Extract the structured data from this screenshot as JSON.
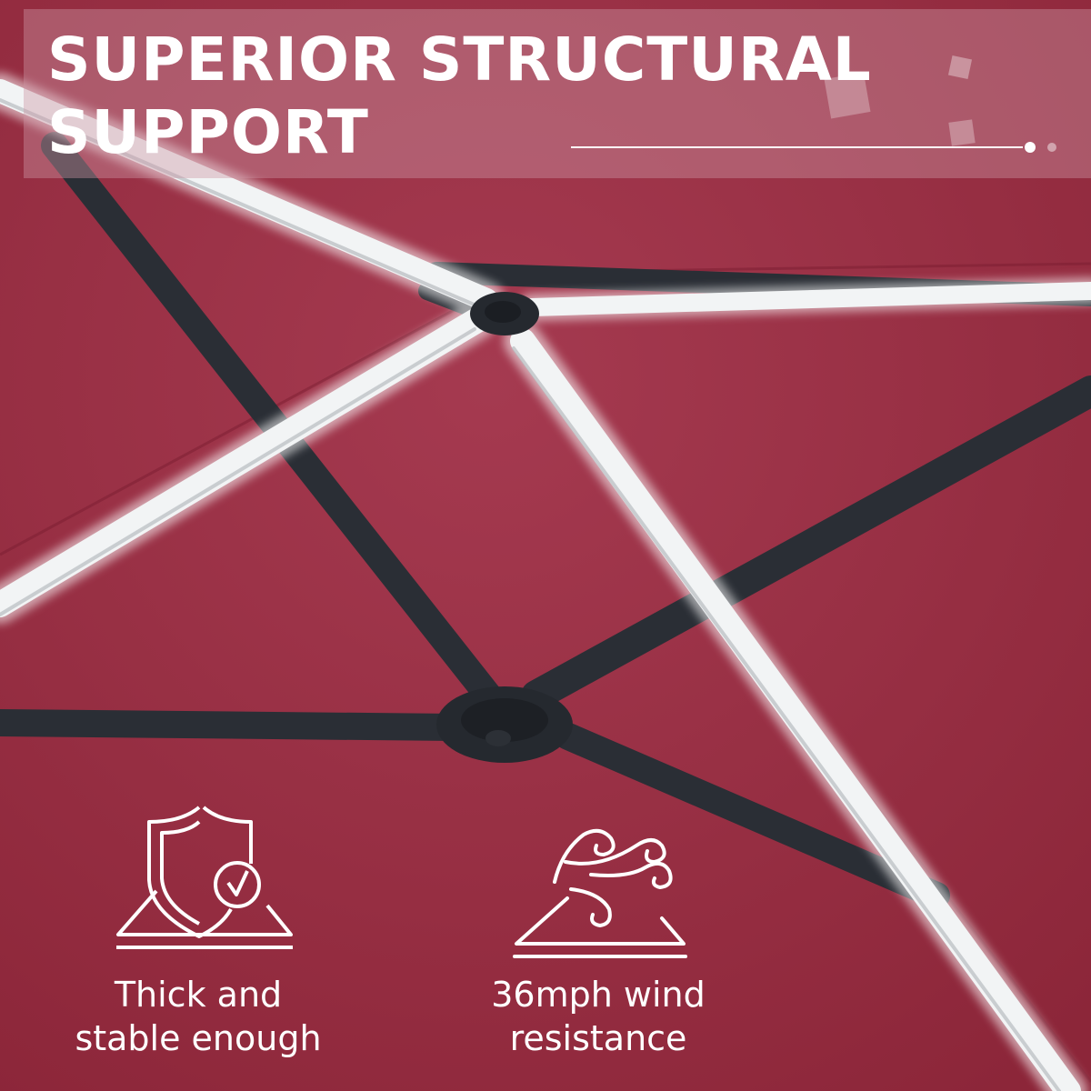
{
  "headline": "SUPERIOR STRUCTURAL\nSUPPORT",
  "colors": {
    "canopy": "#9b2f45",
    "frame": "#2a2e35",
    "light_strip": "#f2f4f5",
    "text": "#ffffff"
  },
  "features": [
    {
      "icon": "shield-check-icon",
      "label": "Thick and\nstable enough"
    },
    {
      "icon": "wind-swirl-icon",
      "label": "36mph wind\nresistance"
    }
  ]
}
